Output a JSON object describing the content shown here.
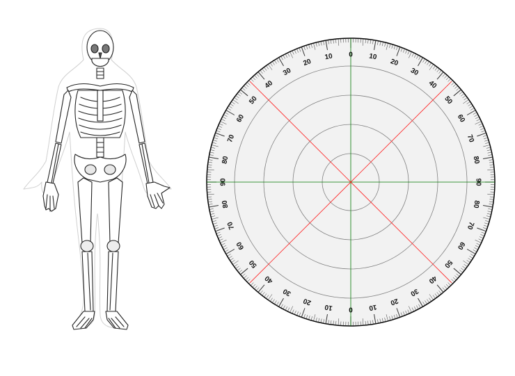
{
  "skeleton": {
    "icon": "skeleton-figure-icon"
  },
  "goniometer": {
    "top_labels": [
      "0",
      "10",
      "20",
      "30",
      "40",
      "50",
      "60",
      "70",
      "80",
      "90"
    ],
    "colors": {
      "face": "#f2f2f2",
      "rim": "#000000",
      "rings": "#808080",
      "axis": "#007700",
      "diagonal": "#ff2020"
    }
  }
}
